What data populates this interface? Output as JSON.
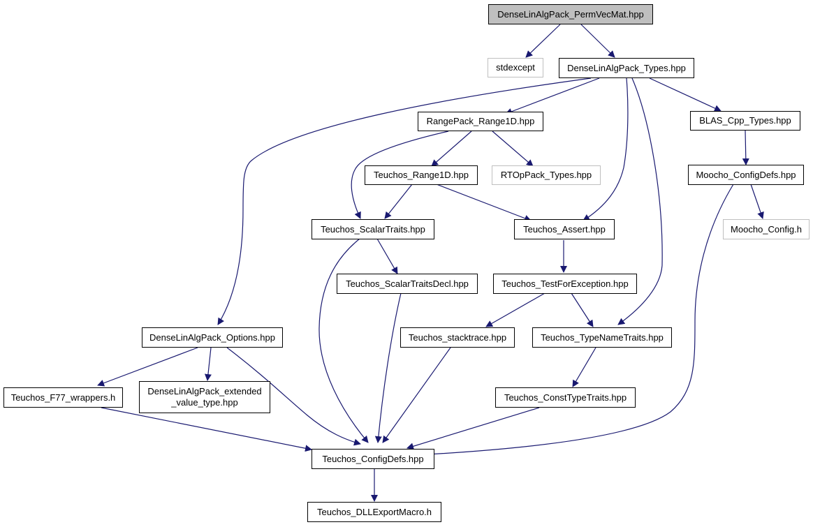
{
  "nodes": {
    "permvecmat": "DenseLinAlgPack_PermVecMat.hpp",
    "stdexcept": "stdexcept",
    "types": "DenseLinAlgPack_Types.hpp",
    "range1d": "RangePack_Range1D.hpp",
    "blas_types": "BLAS_Cpp_Types.hpp",
    "teuchos_range1d": "Teuchos_Range1D.hpp",
    "rtop_types": "RTOpPack_Types.hpp",
    "moocho_configdefs": "Moocho_ConfigDefs.hpp",
    "scalartraits": "Teuchos_ScalarTraits.hpp",
    "assert": "Teuchos_Assert.hpp",
    "moocho_config": "Moocho_Config.h",
    "scalartraitsdecl": "Teuchos_ScalarTraitsDecl.hpp",
    "testforexception": "Teuchos_TestForException.hpp",
    "options": "DenseLinAlgPack_Options.hpp",
    "stacktrace": "Teuchos_stacktrace.hpp",
    "typenametraits": "Teuchos_TypeNameTraits.hpp",
    "f77wrappers": "Teuchos_F77_wrappers.h",
    "extended_value_type": "DenseLinAlgPack_extended\n_value_type.hpp",
    "consttypetraits": "Teuchos_ConstTypeTraits.hpp",
    "configdefs": "Teuchos_ConfigDefs.hpp",
    "dllexport": "Teuchos_DLLExportMacro.h"
  },
  "colors": {
    "edge": "#191970",
    "root_fill": "#bfbfbf",
    "external_border": "#bfbfbf"
  }
}
